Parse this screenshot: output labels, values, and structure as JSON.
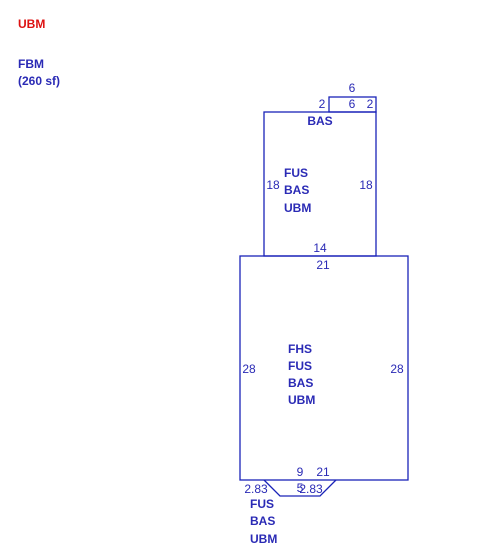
{
  "colors": {
    "ubm_red": "#dd1111",
    "line_blue": "#1a23b8",
    "text_blue": "#2a2ab5",
    "background": "#ffffff"
  },
  "legend": {
    "ubm": "UBM",
    "fbm": "FBM",
    "fbm_area": "(260 sf)"
  },
  "sketch": {
    "top_ext": {
      "dims": {
        "top": "6",
        "left": "2",
        "mid": "6",
        "right": "2"
      },
      "label": "BAS"
    },
    "upper": {
      "dims": {
        "left": "18",
        "right": "18",
        "bottom": "14"
      },
      "labels": [
        "FUS",
        "BAS",
        "UBM"
      ]
    },
    "lower": {
      "dims": {
        "top": "21",
        "left": "28",
        "right": "28",
        "bottom_a": "9",
        "bottom_b": "21"
      },
      "labels": [
        "FHS",
        "FUS",
        "BAS",
        "UBM"
      ]
    },
    "bay": {
      "dims": {
        "left": "2.83",
        "bottom": "5",
        "right": "2.83"
      },
      "labels": [
        "FUS",
        "BAS",
        "UBM"
      ]
    }
  }
}
